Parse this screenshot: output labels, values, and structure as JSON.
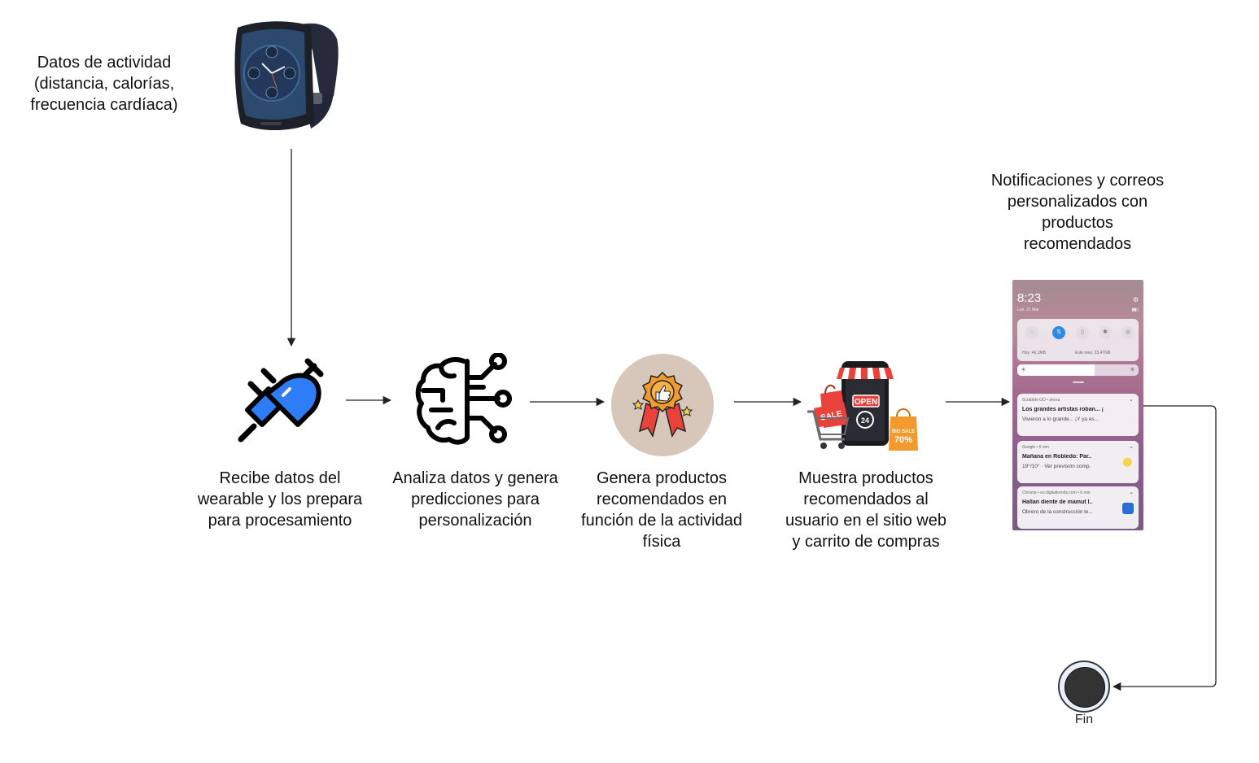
{
  "labels": {
    "activity_data": "Datos de actividad\n(distancia, calorías,\nfrecuencia cardíaca)",
    "receive": "Recibe datos del\nwearable y los prepara\npara procesamiento",
    "analyze": "Analiza datos y genera\npredicciones para\npersonalización",
    "generate": "Genera productos\nrecomendados en\nfunción de la actividad\nfísica",
    "show": "Muestra productos\nrecomendados al\nusuario en el sitio web\ny carrito de compras",
    "notifications": "Notificaciones y correos\npersonalizados con\nproductos\nrecomendados",
    "end": "Fin"
  },
  "phone": {
    "time": "8:23",
    "date": "Lun, 21 Mar",
    "data_today": "Hoy: 46,1MB",
    "data_month": "Este mes: 23,47GB",
    "notifications": [
      {
        "app": "Scrabble GO • ahora",
        "line1": "Los grandes artistas roban... ¡",
        "line2": "Vivieron a lo grande... ¡Y ya es..."
      },
      {
        "app": "Google • 6 min",
        "line1": "Mañana en Robledo: Par..",
        "line2": "19°/10° · Ver previsión comp."
      },
      {
        "app": "Chrome • es.digitaltrends.com • 6 min",
        "line1": "Hallan diente de mamut l..",
        "line2": "Obrero de la construcción le..."
      }
    ]
  },
  "colors": {
    "plug": "#2f7df6",
    "medal_bg": "#d7c7ba",
    "sale_red": "#e8423a",
    "sale_orange": "#f29a2e"
  },
  "icons": [
    "smartwatch-icon",
    "plug-icon",
    "ai-brain-icon",
    "award-medal-icon",
    "shop-sale-icon",
    "phone-notifications-icon",
    "end-node-icon"
  ]
}
